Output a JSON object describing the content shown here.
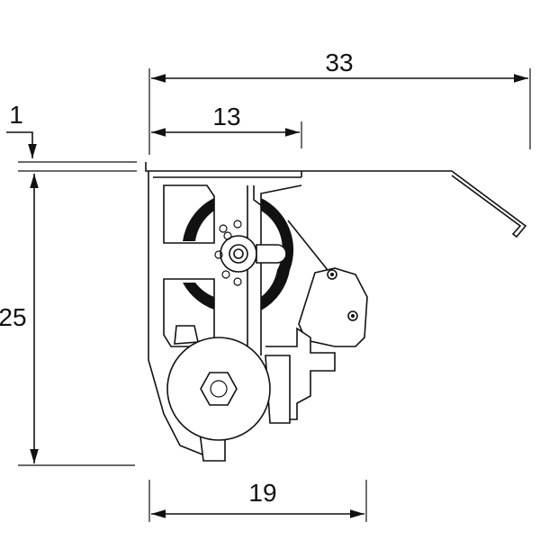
{
  "diagram": {
    "dimensions": {
      "overall_width": "33",
      "top_offset": "13",
      "gap": "1",
      "height": "25",
      "bottom_width": "19"
    }
  }
}
